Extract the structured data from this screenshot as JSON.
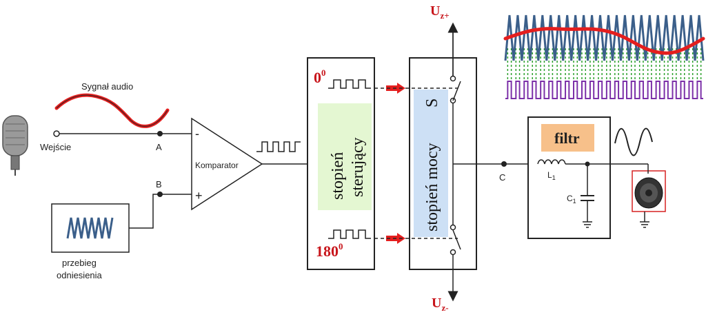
{
  "labels": {
    "signal": "Sygnał audio",
    "input": "Wejście",
    "node_a": "A",
    "node_b": "B",
    "node_c": "C",
    "comparator": "Komparator",
    "minus": "-",
    "plus": "+",
    "reference_line1": "przebieg",
    "reference_line2": "odniesienia",
    "driver_line1": "stopień",
    "driver_line2": "sterujący",
    "power_stage": "stopień mocy",
    "switch_s": "S",
    "phase0": "0",
    "phase0_sup": "0",
    "phase180": "180",
    "phase180_sup": "0",
    "uz_plus_main": "U",
    "uz_plus_sub": "z+",
    "uz_minus_main": "U",
    "uz_minus_sub": "z-",
    "filter": "filtr",
    "inductor": "L",
    "inductor_sub": "1",
    "capacitor": "C",
    "capacitor_sub": "1"
  },
  "colors": {
    "audio_signal": "#e41e1e",
    "triangle_wave": "#3b5f8a",
    "pwm_green": "#2ca02c",
    "pwm_purple": "#7b2fa8",
    "driver_fill": "#e4f7d2",
    "power_fill": "#cde0f5",
    "filter_fill": "#f7c08a",
    "arrow_red": "#e41e1e",
    "phase_text": "#c8161c"
  },
  "icons": [
    "microphone-icon",
    "loudspeaker-icon"
  ]
}
